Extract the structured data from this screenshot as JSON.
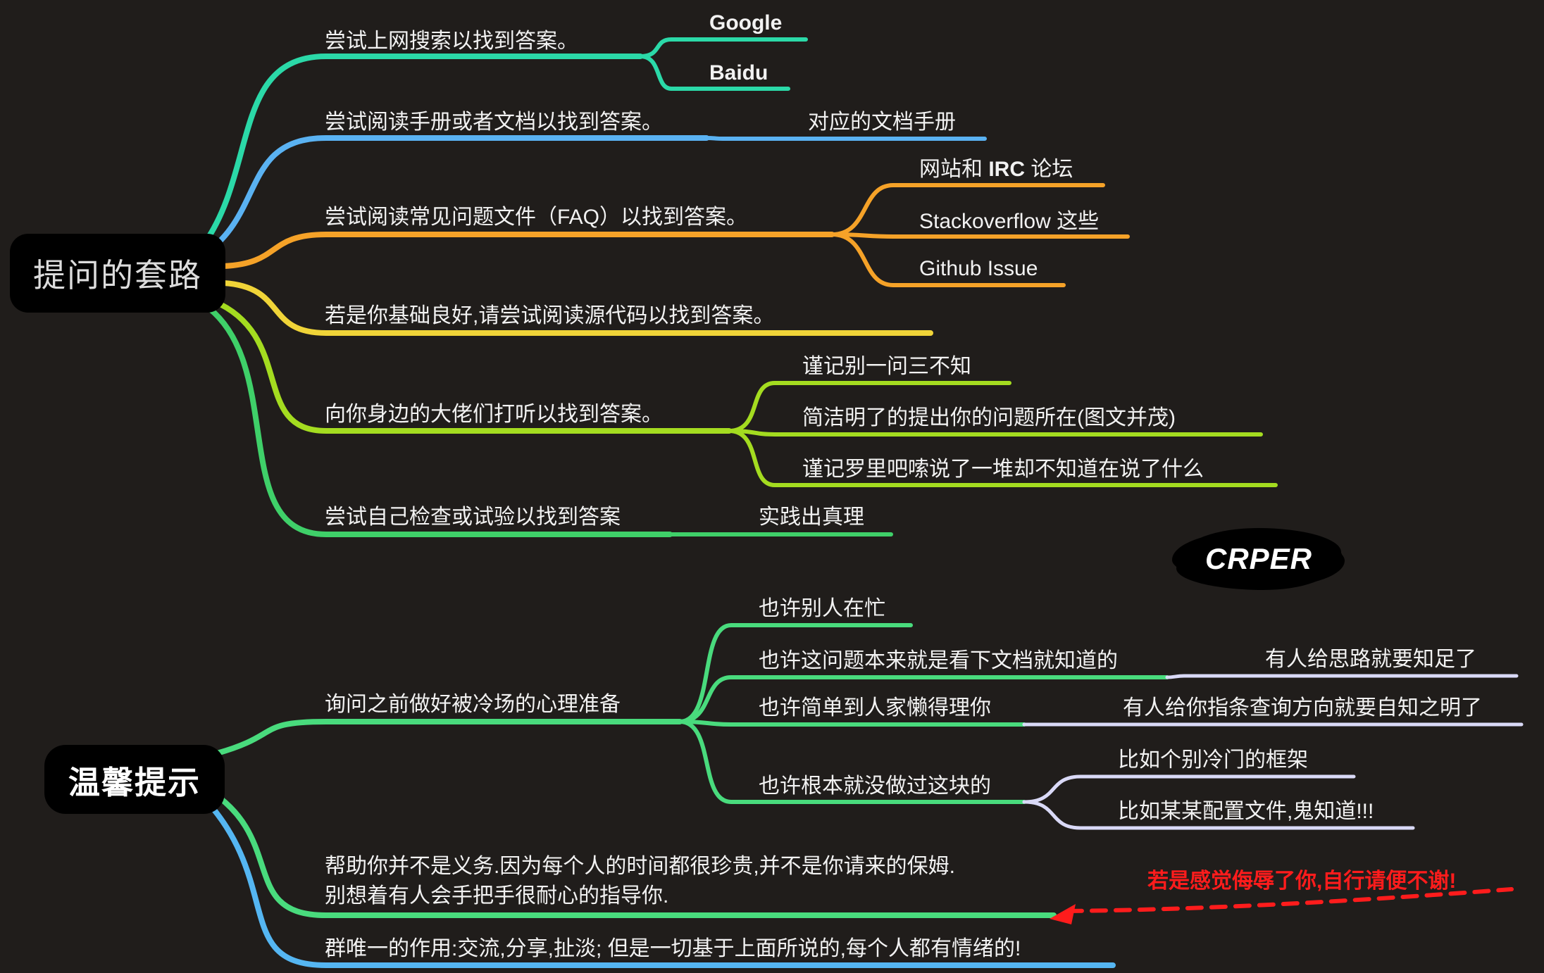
{
  "palette": {
    "background": "#201d1b",
    "node_bg": "#000000",
    "text": "#f2f2f2",
    "teal": "#2bd9a8",
    "blue": "#5ab2f2",
    "orange": "#f5a228",
    "yellow": "#f0d438",
    "lime": "#a4dc20",
    "green": "#3fd069",
    "bright_green": "#49db7d",
    "lavender": "#d9d9f7",
    "sky": "#55b6f2",
    "red": "#ff1c1c"
  },
  "watermark": "CRPER",
  "root1": {
    "title": "提问的套路",
    "branches": [
      {
        "label": "尝试上网搜索以找到答案。",
        "children": [
          {
            "label": "Google"
          },
          {
            "label": "Baidu"
          }
        ]
      },
      {
        "label": "尝试阅读手册或者文档以找到答案。",
        "children": [
          {
            "label": "对应的文档手册"
          }
        ]
      },
      {
        "label": "尝试阅读常见问题文件（FAQ）以找到答案。",
        "children": [
          {
            "parts": {
              "pre": "网站和 ",
              "bold": "IRC",
              "post": " 论坛"
            }
          },
          {
            "label": "Stackoverflow 这些"
          },
          {
            "label": "Github Issue"
          }
        ]
      },
      {
        "label": "若是你基础良好,请尝试阅读源代码以找到答案。",
        "children": []
      },
      {
        "label": "向你身边的大佬们打听以找到答案。",
        "children": [
          {
            "label": "谨记别一问三不知"
          },
          {
            "label": "简洁明了的提出你的问题所在(图文并茂)"
          },
          {
            "label": "谨记罗里吧嗦说了一堆却不知道在说了什么"
          }
        ]
      },
      {
        "label": "尝试自己检查或试验以找到答案",
        "children": [
          {
            "label": "实践出真理"
          }
        ]
      }
    ]
  },
  "root2": {
    "title": "温馨提示",
    "branches": [
      {
        "label": "询问之前做好被冷场的心理准备",
        "children": [
          {
            "label": "也许别人在忙",
            "children": []
          },
          {
            "label": "也许这问题本来就是看下文档就知道的",
            "children": [
              {
                "label": "有人给思路就要知足了"
              }
            ]
          },
          {
            "label": "也许简单到人家懒得理你",
            "children": [
              {
                "label": "有人给你指条查询方向就要自知之明了"
              }
            ]
          },
          {
            "label": "也许根本就没做过这块的",
            "children": [
              {
                "label": "比如个别冷门的框架"
              },
              {
                "label": "比如某某配置文件,鬼知道!!!"
              }
            ]
          }
        ]
      },
      {
        "line1": "帮助你并不是义务.因为每个人的时间都很珍贵,并不是你请来的保姆.",
        "line2": "别想着有人会手把手很耐心的指导你.",
        "annotation": "若是感觉侮辱了你,自行请便不谢!"
      },
      {
        "label": "群唯一的作用:交流,分享,扯淡; 但是一切基于上面所说的,每个人都有情绪的!"
      }
    ]
  }
}
